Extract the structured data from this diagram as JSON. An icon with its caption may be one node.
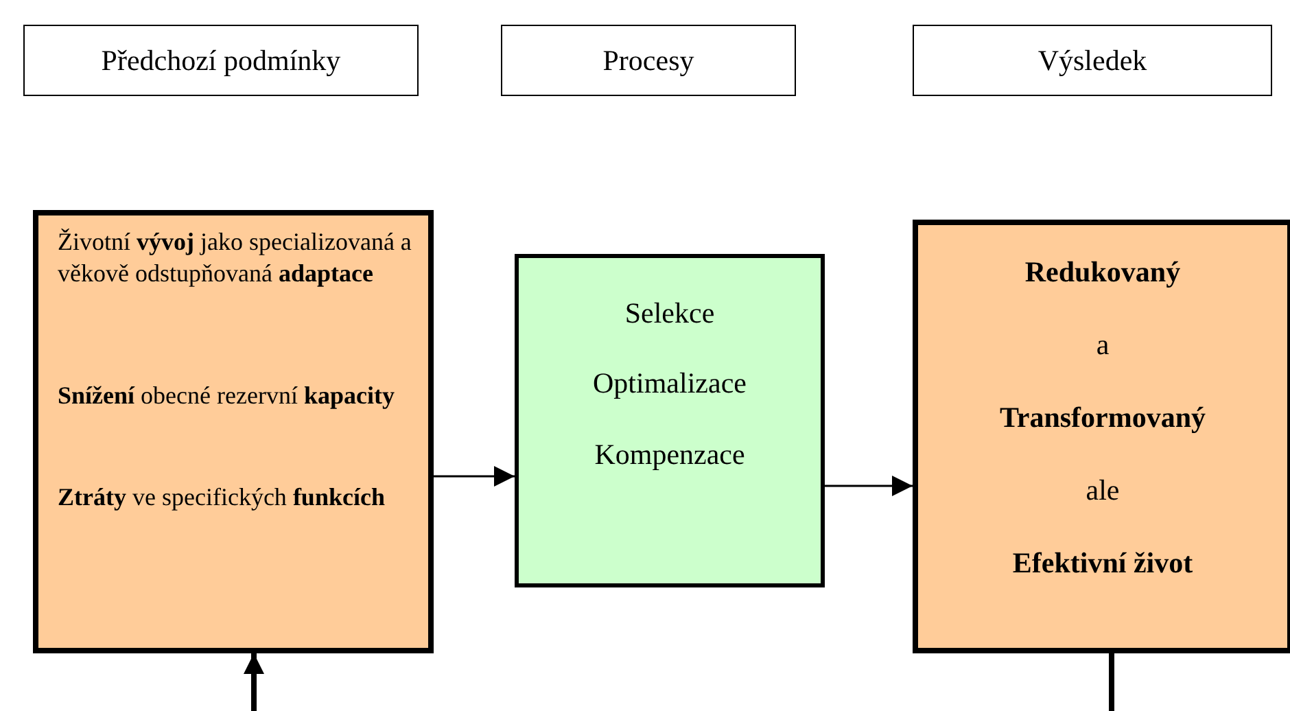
{
  "diagram": {
    "nodes": [
      {
        "text": [
          "Předchozí podmínky"
        ]
      },
      {
        "text": [
          "Procesy"
        ]
      },
      {
        "text": [
          "Výsledek"
        ]
      },
      {
        "text": [
          "Životní **vývoj** jako specializovaná a věkově odstupňovaná **adaptace**",
          "**Snížení** obecné rezervní **kapacity**",
          "**Ztráty** ve specifických **funkcích**"
        ]
      },
      {
        "text": [
          "Selekce",
          "Optimalizace",
          "Kompenzace"
        ]
      },
      {
        "text": [
          "Redukovaný",
          "a",
          "Transformovaný",
          "ale",
          "Efektivní život"
        ]
      }
    ],
    "edges": [
      {
        "from": 3,
        "to": 4,
        "arrow": "to"
      },
      {
        "from": 4,
        "to": 5,
        "arrow": "to"
      },
      {
        "from": null,
        "to": 3,
        "arrow": "to",
        "style": "thick"
      },
      {
        "from": 5,
        "to": null,
        "arrow": "none",
        "style": "thick"
      }
    ]
  }
}
